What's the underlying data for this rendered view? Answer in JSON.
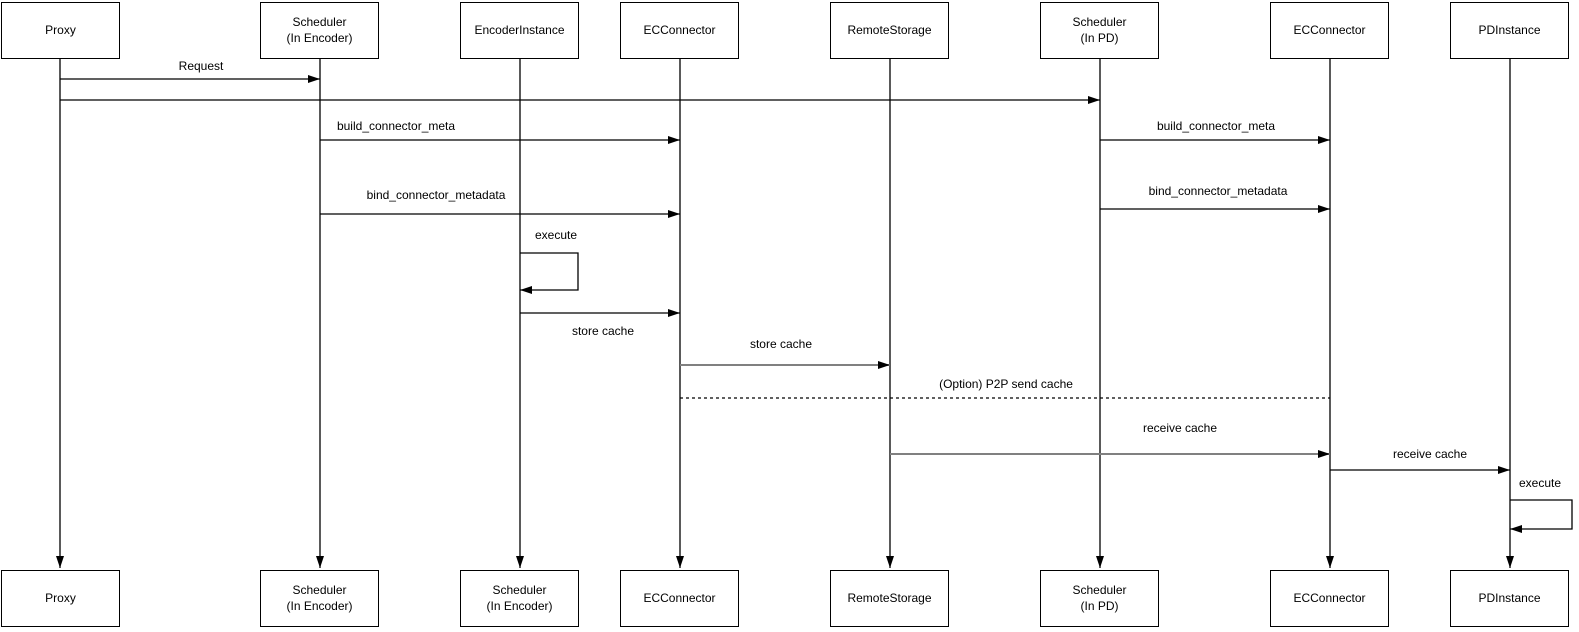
{
  "diagram": {
    "type": "sequence-diagram",
    "colors": {
      "background": "#ffffff",
      "line": "#000000",
      "gray_line": "#808080",
      "box_border": "#000000",
      "text": "#000000"
    },
    "participants_top": [
      "Proxy",
      "Scheduler\n(In Encoder)",
      "EncoderInstance",
      "ECConnector",
      "RemoteStorage",
      "Scheduler\n(In PD)",
      "ECConnector",
      "PDInstance"
    ],
    "participants_bottom": [
      "Proxy",
      "Scheduler\n(In Encoder)",
      "Scheduler\n(In Encoder)",
      "ECConnector",
      "RemoteStorage",
      "Scheduler\n(In PD)",
      "ECConnector",
      "PDInstance"
    ],
    "messages": {
      "request": "Request",
      "build_connector_meta_left": "build_connector_meta",
      "build_connector_meta_right": "build_connector_meta",
      "bind_connector_metadata_left": "bind_connector_metadata",
      "bind_connector_metadata_right": "bind_connector_metadata",
      "execute_encoder": "execute",
      "store_cache_to_ecconnector": "store cache",
      "store_cache_to_remotestorage": "store cache",
      "p2p_option": "(Option) P2P send cache",
      "receive_cache_to_ecconnector": "receive cache",
      "receive_cache_to_pdinstance": "receive cache",
      "execute_pd": "execute"
    }
  }
}
